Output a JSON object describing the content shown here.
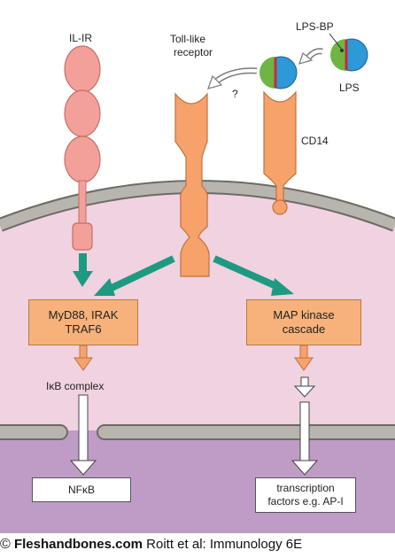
{
  "diagram": {
    "labels": {
      "il1r": "IL-IR",
      "tlr_line1": "Toll-like",
      "tlr_line2": "receptor",
      "question": "?",
      "lpsbp": "LPS-BP",
      "lps": "LPS",
      "cd14": "CD14",
      "ikb": "IκB complex"
    },
    "boxes": {
      "myd88_line1": "MyD88, IRAK",
      "myd88_line2": "TRAF6",
      "map_line1": "MAP kinase",
      "map_line2": "cascade",
      "nfkb": "NFκB",
      "tf_line1": "transcription",
      "tf_line2": "factors e.g. AP-I"
    }
  },
  "footer": {
    "copyright": "©",
    "site": "Fleshandbones.com",
    "citation": "Roitt et al: Immunology 6E"
  }
}
